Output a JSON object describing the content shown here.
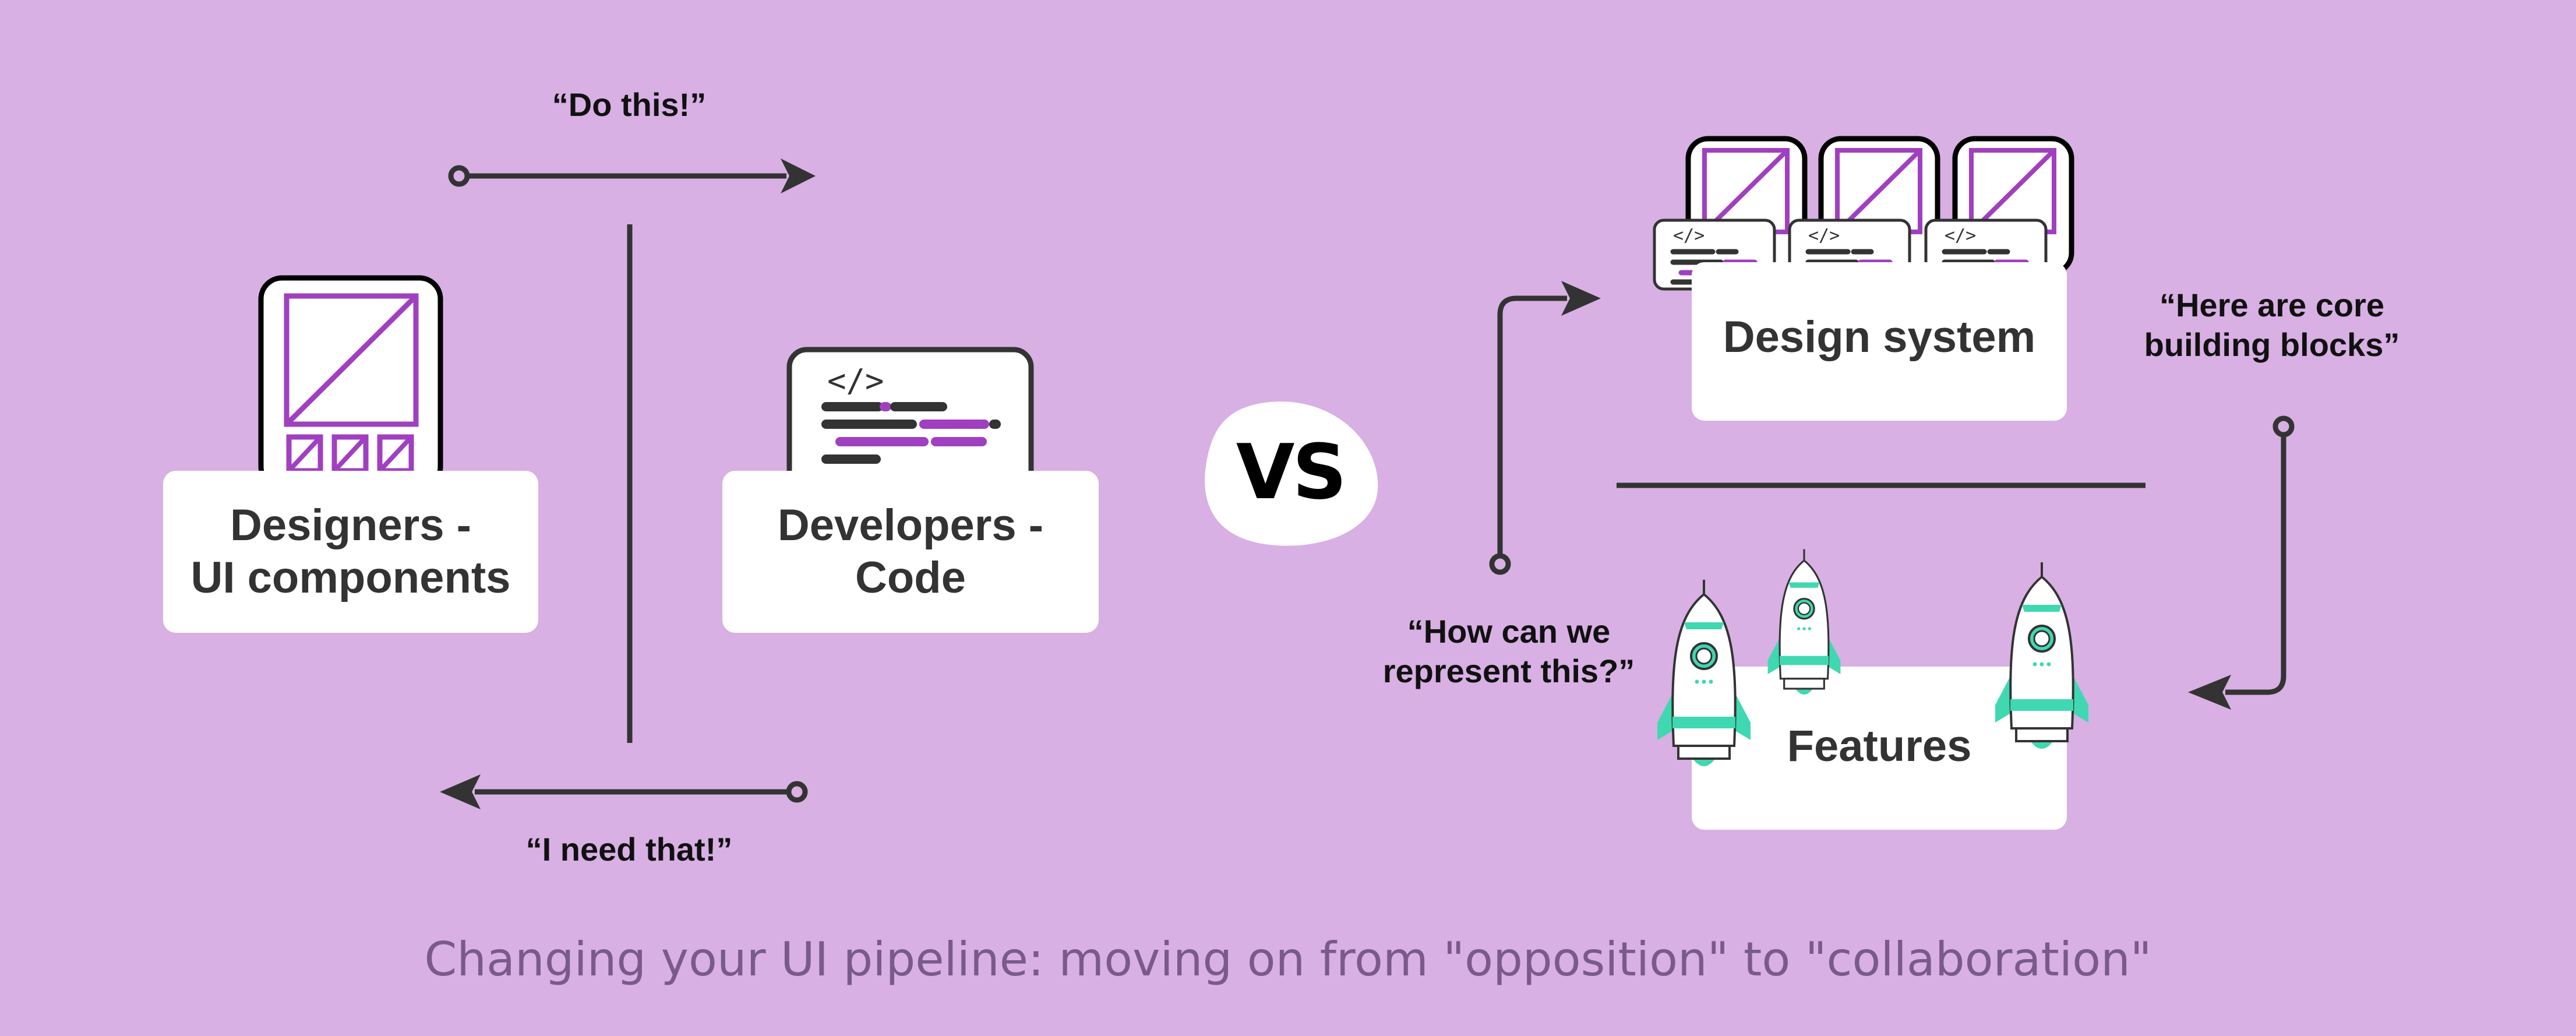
{
  "left": {
    "designers_label": "Designers -",
    "designers_label_2": "UI components",
    "developers_label": "Developers -",
    "developers_label_2": "Code",
    "quote_top": "“Do this!”",
    "quote_bottom": "“I need that!”"
  },
  "vs_label": "VS",
  "right": {
    "design_system_label": "Design system",
    "features_label": "Features",
    "quote_core_1": "“Here are core",
    "quote_core_2": "building blocks”",
    "quote_represent_1": "“How can we",
    "quote_represent_2": "represent this?”"
  },
  "code_glyph": "</>",
  "caption": "Changing your UI pipeline: moving on from \"opposition\" to \"collaboration\"",
  "colors": {
    "background": "#d8b0e4",
    "purple": "#a040c0",
    "dark": "#333333",
    "mint": "#40d8b0",
    "white": "#ffffff"
  },
  "icons": [
    "wireframe-icon",
    "code-icon",
    "rocket-icon",
    "arrow-icon"
  ]
}
